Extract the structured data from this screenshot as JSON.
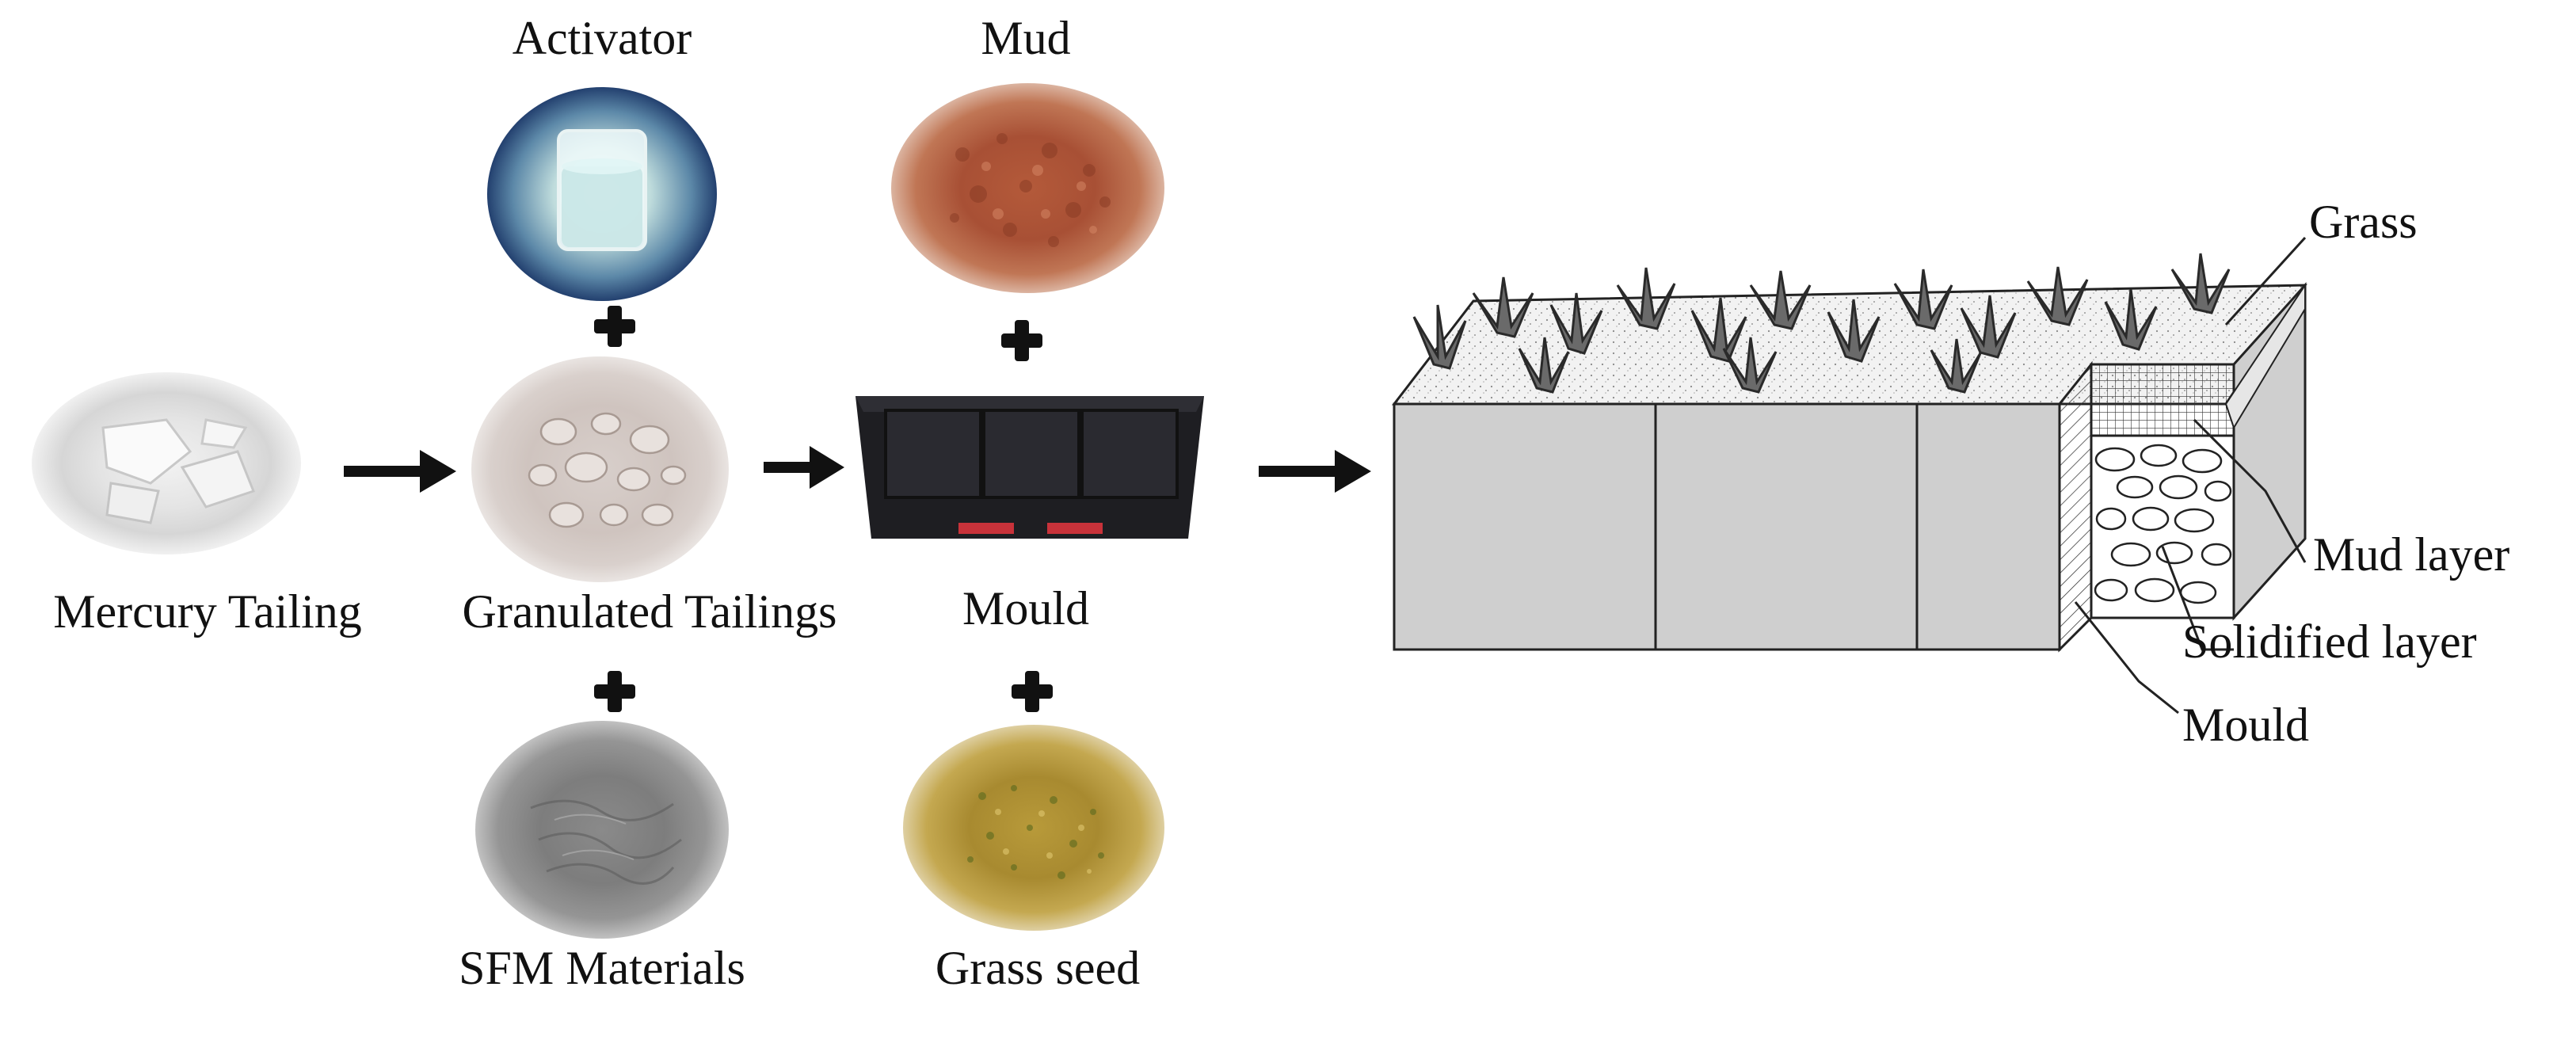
{
  "materials": {
    "activator": "Activator",
    "mud": "Mud",
    "mercury_tailing": "Mercury Tailing",
    "granulated_tailings": "Granulated Tailings",
    "mould_box": "Mould",
    "sfm_materials": "SFM Materials",
    "grass_seed": "Grass seed"
  },
  "model": {
    "grass": "Grass",
    "mud_layer": "Mud layer",
    "solidified_layer": "Solidified layer",
    "mould": "Mould"
  },
  "colors": {
    "mud": "#b45a3a",
    "tailings": "#d8cfcb",
    "sfm": "#8a8a8a",
    "seed": "#b89a3a",
    "activator_bg": "#1e3a6a",
    "mould_box": "#1e1e22",
    "block_face": "#cfcfcf"
  }
}
